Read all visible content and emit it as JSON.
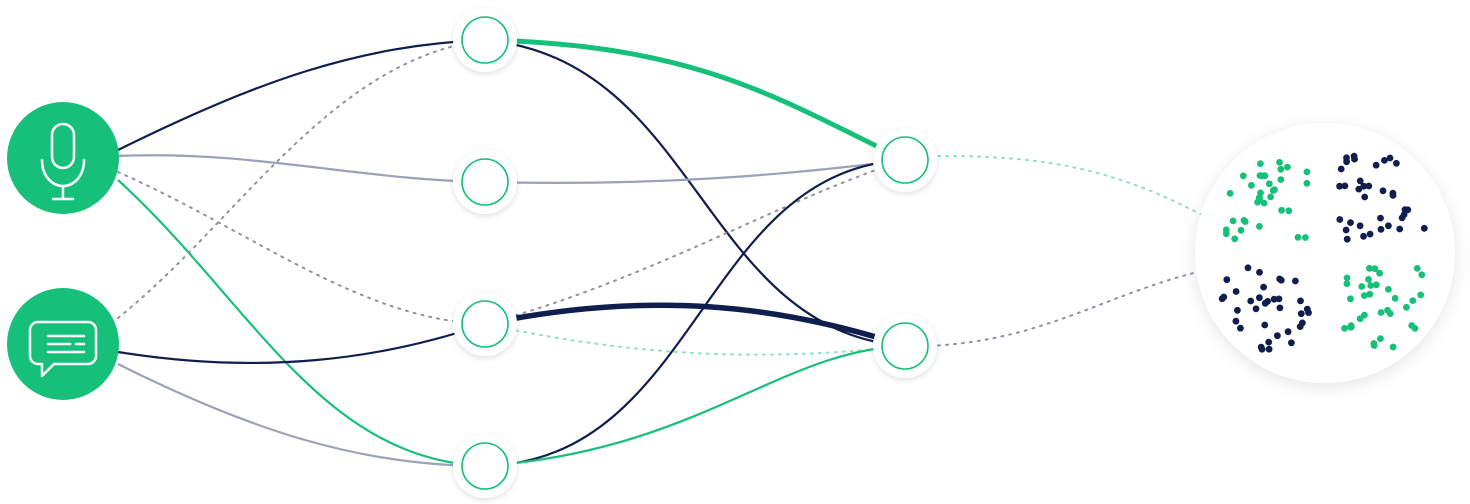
{
  "diagram": {
    "type": "neural-network-illustration",
    "colors": {
      "accent_green": "#16c07a",
      "navy": "#0f1e4d",
      "gray": "#9ba1b8",
      "dotted_gray": "#8d92a6",
      "dotted_green": "#8fe0bd",
      "node_ring": "#ffffff",
      "node_shadow": "#e6e8ee"
    },
    "input_nodes": [
      {
        "id": "voice",
        "icon": "microphone-icon"
      },
      {
        "id": "text",
        "icon": "chat-message-icon"
      }
    ],
    "hidden_layer_1_nodes": [
      "h1",
      "h2",
      "h3",
      "h4"
    ],
    "hidden_layer_2_nodes": [
      "o1",
      "o2"
    ],
    "output": {
      "id": "clusters",
      "icon": "scatter-clusters-icon",
      "cluster_colors": [
        "green",
        "navy",
        "navy",
        "green"
      ]
    }
  }
}
